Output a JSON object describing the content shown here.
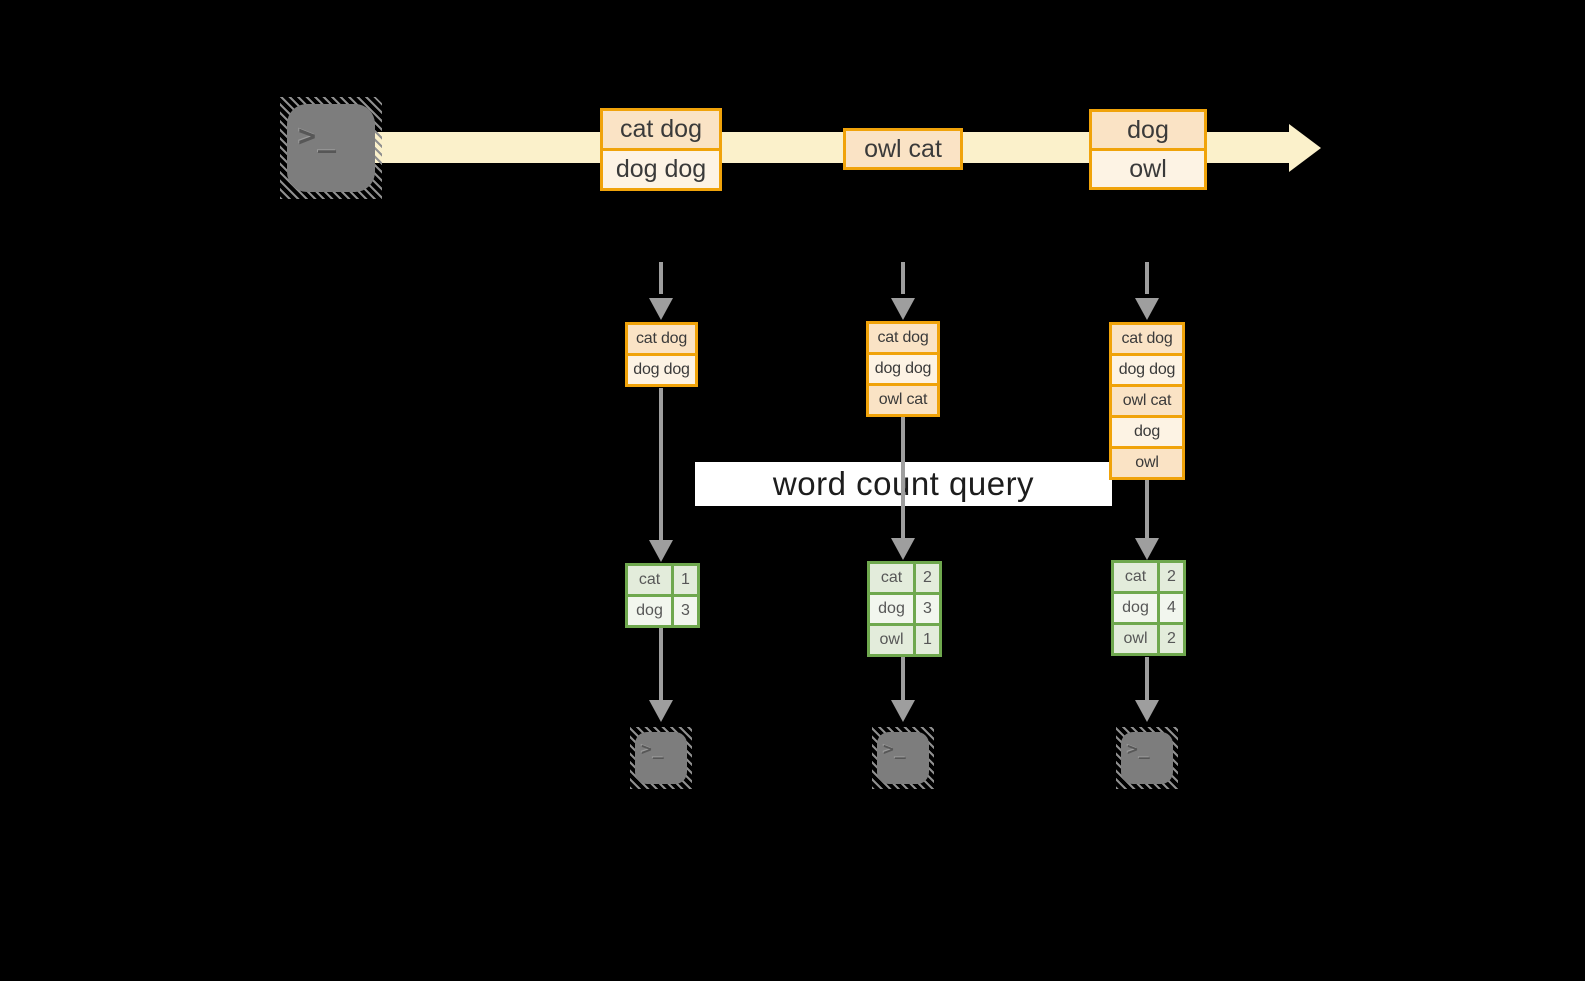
{
  "diagram_type": "streaming word count dataflow",
  "colors": {
    "background": "#000000",
    "stream_band": "#FBF1CB",
    "orange_border": "#F0A30A",
    "orange_fill_dark": "#FAE3C5",
    "orange_fill_light": "#FDF3E4",
    "green_border": "#6FA84E",
    "green_fill_dark": "#E3ECDB",
    "green_fill_light": "#F2F6EE",
    "arrow_gray": "#9E9E9E",
    "terminal_gray": "#7D7D7D",
    "query_band": "#FFFFFF"
  },
  "terminal_glyph": ">_",
  "stream": {
    "batches": [
      {
        "cells": [
          "cat dog",
          "dog dog"
        ]
      },
      {
        "cells": [
          "owl cat"
        ]
      },
      {
        "cells": [
          "dog",
          "owl"
        ]
      }
    ]
  },
  "query": {
    "label": "word count query"
  },
  "columns": [
    {
      "input": [
        "cat dog",
        "dog dog"
      ],
      "counts": [
        {
          "word": "cat",
          "count": "1"
        },
        {
          "word": "dog",
          "count": "3"
        }
      ]
    },
    {
      "input": [
        "cat dog",
        "dog dog",
        "owl cat"
      ],
      "counts": [
        {
          "word": "cat",
          "count": "2"
        },
        {
          "word": "dog",
          "count": "3"
        },
        {
          "word": "owl",
          "count": "1"
        }
      ]
    },
    {
      "input": [
        "cat dog",
        "dog dog",
        "owl cat",
        "dog",
        "owl"
      ],
      "counts": [
        {
          "word": "cat",
          "count": "2"
        },
        {
          "word": "dog",
          "count": "4"
        },
        {
          "word": "owl",
          "count": "2"
        }
      ]
    }
  ]
}
